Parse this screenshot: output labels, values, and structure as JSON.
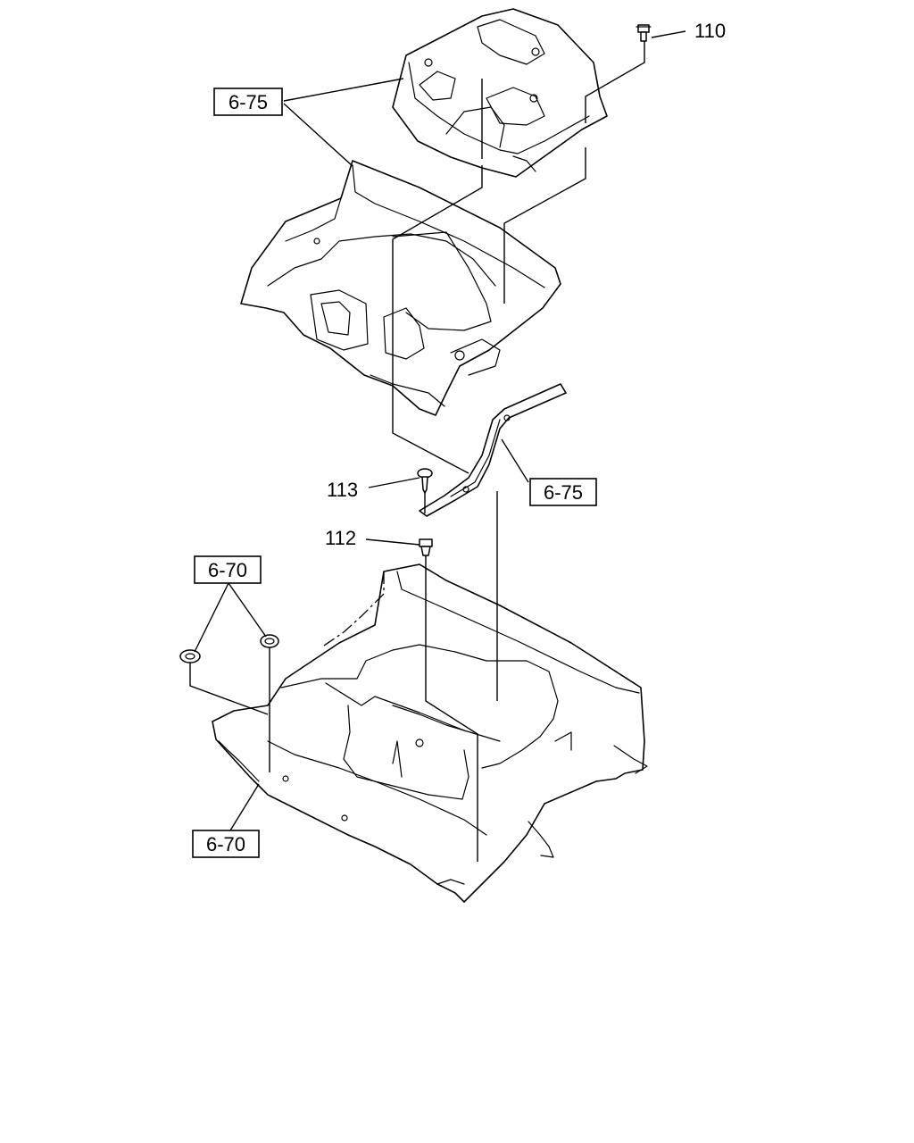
{
  "callouts": {
    "part_110": "110",
    "part_113": "113",
    "part_112": "112",
    "ref_top": "6-75",
    "ref_mid": "6-75",
    "ref_grommet": "6-70",
    "ref_bottom": "6-70"
  }
}
